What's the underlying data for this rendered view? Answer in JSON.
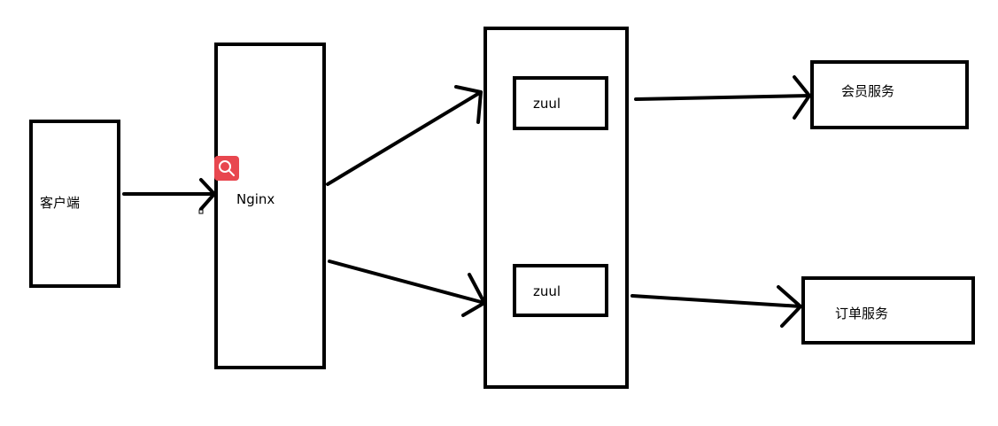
{
  "nodes": {
    "client": "客户端",
    "nginx": "Nginx",
    "zuul_top": "zuul",
    "zuul_bottom": "zuul",
    "member_service": "会员服务",
    "order_service": "订单服务"
  },
  "colors": {
    "stroke": "#000000",
    "background": "#ffffff",
    "search_badge": "#e8474f"
  },
  "icons": {
    "overlay": "search-icon"
  }
}
